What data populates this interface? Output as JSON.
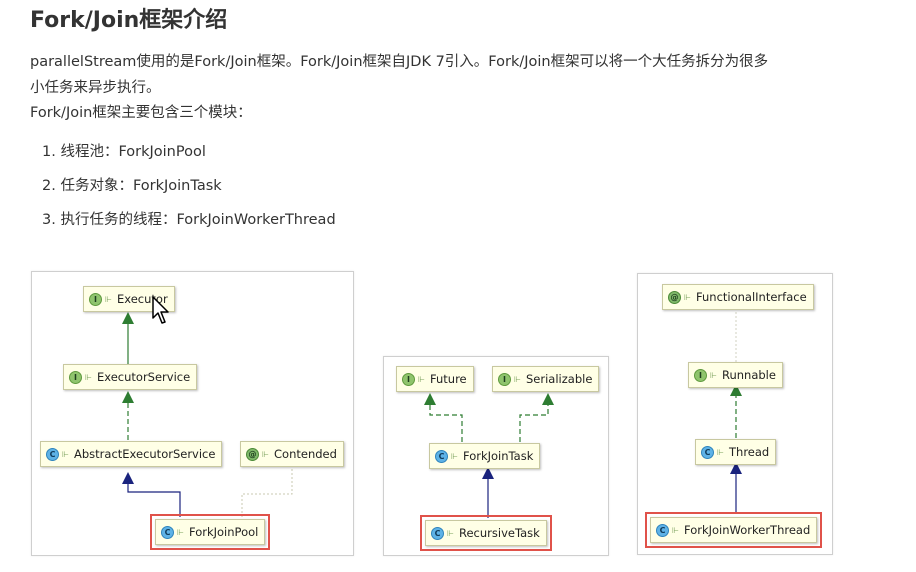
{
  "article": {
    "title": "Fork/Join框架介绍",
    "paragraph_line1": "parallelStream使用的是Fork/Join框架。Fork/Join框架自JDK 7引入。Fork/Join框架可以将一个大任务拆分为很多",
    "paragraph_line2": "小任务来异步执行。",
    "paragraph_line3": "Fork/Join框架主要包含三个模块：",
    "list": [
      "1. 线程池：ForkJoinPool",
      "2. 任务对象：ForkJoinTask",
      "3. 执行任务的线程：ForkJoinWorkerThread"
    ]
  },
  "diagrams": {
    "pool": {
      "executor": {
        "badge": "I",
        "label": "Executor"
      },
      "executor_service": {
        "badge": "I",
        "label": "ExecutorService"
      },
      "abstract_executor_service": {
        "badge": "C",
        "label": "AbstractExecutorService"
      },
      "contended": {
        "badge": "@",
        "label": "Contended"
      },
      "fork_join_pool": {
        "badge": "C",
        "label": "ForkJoinPool"
      }
    },
    "task": {
      "future": {
        "badge": "I",
        "label": "Future"
      },
      "serializable": {
        "badge": "I",
        "label": "Serializable"
      },
      "fork_join_task": {
        "badge": "C",
        "label": "ForkJoinTask"
      },
      "recursive_task": {
        "badge": "C",
        "label": "RecursiveTask"
      }
    },
    "thread": {
      "functional_interface": {
        "badge": "@",
        "label": "FunctionalInterface"
      },
      "runnable": {
        "badge": "I",
        "label": "Runnable"
      },
      "thread": {
        "badge": "C",
        "label": "Thread"
      },
      "fork_join_worker_thread": {
        "badge": "C",
        "label": "ForkJoinWorkerThread"
      }
    }
  },
  "colors": {
    "implements_arrow": "#2e7d32",
    "extends_arrow": "#1a237e",
    "annotation_link": "#b8b8a0",
    "highlight_box": "#e0524a"
  },
  "icons": {
    "interface_badge": "interface-icon",
    "class_badge": "class-icon",
    "annotation_badge": "annotation-icon",
    "visibility": "lock-icon",
    "pointer": "mouse-cursor-icon"
  }
}
